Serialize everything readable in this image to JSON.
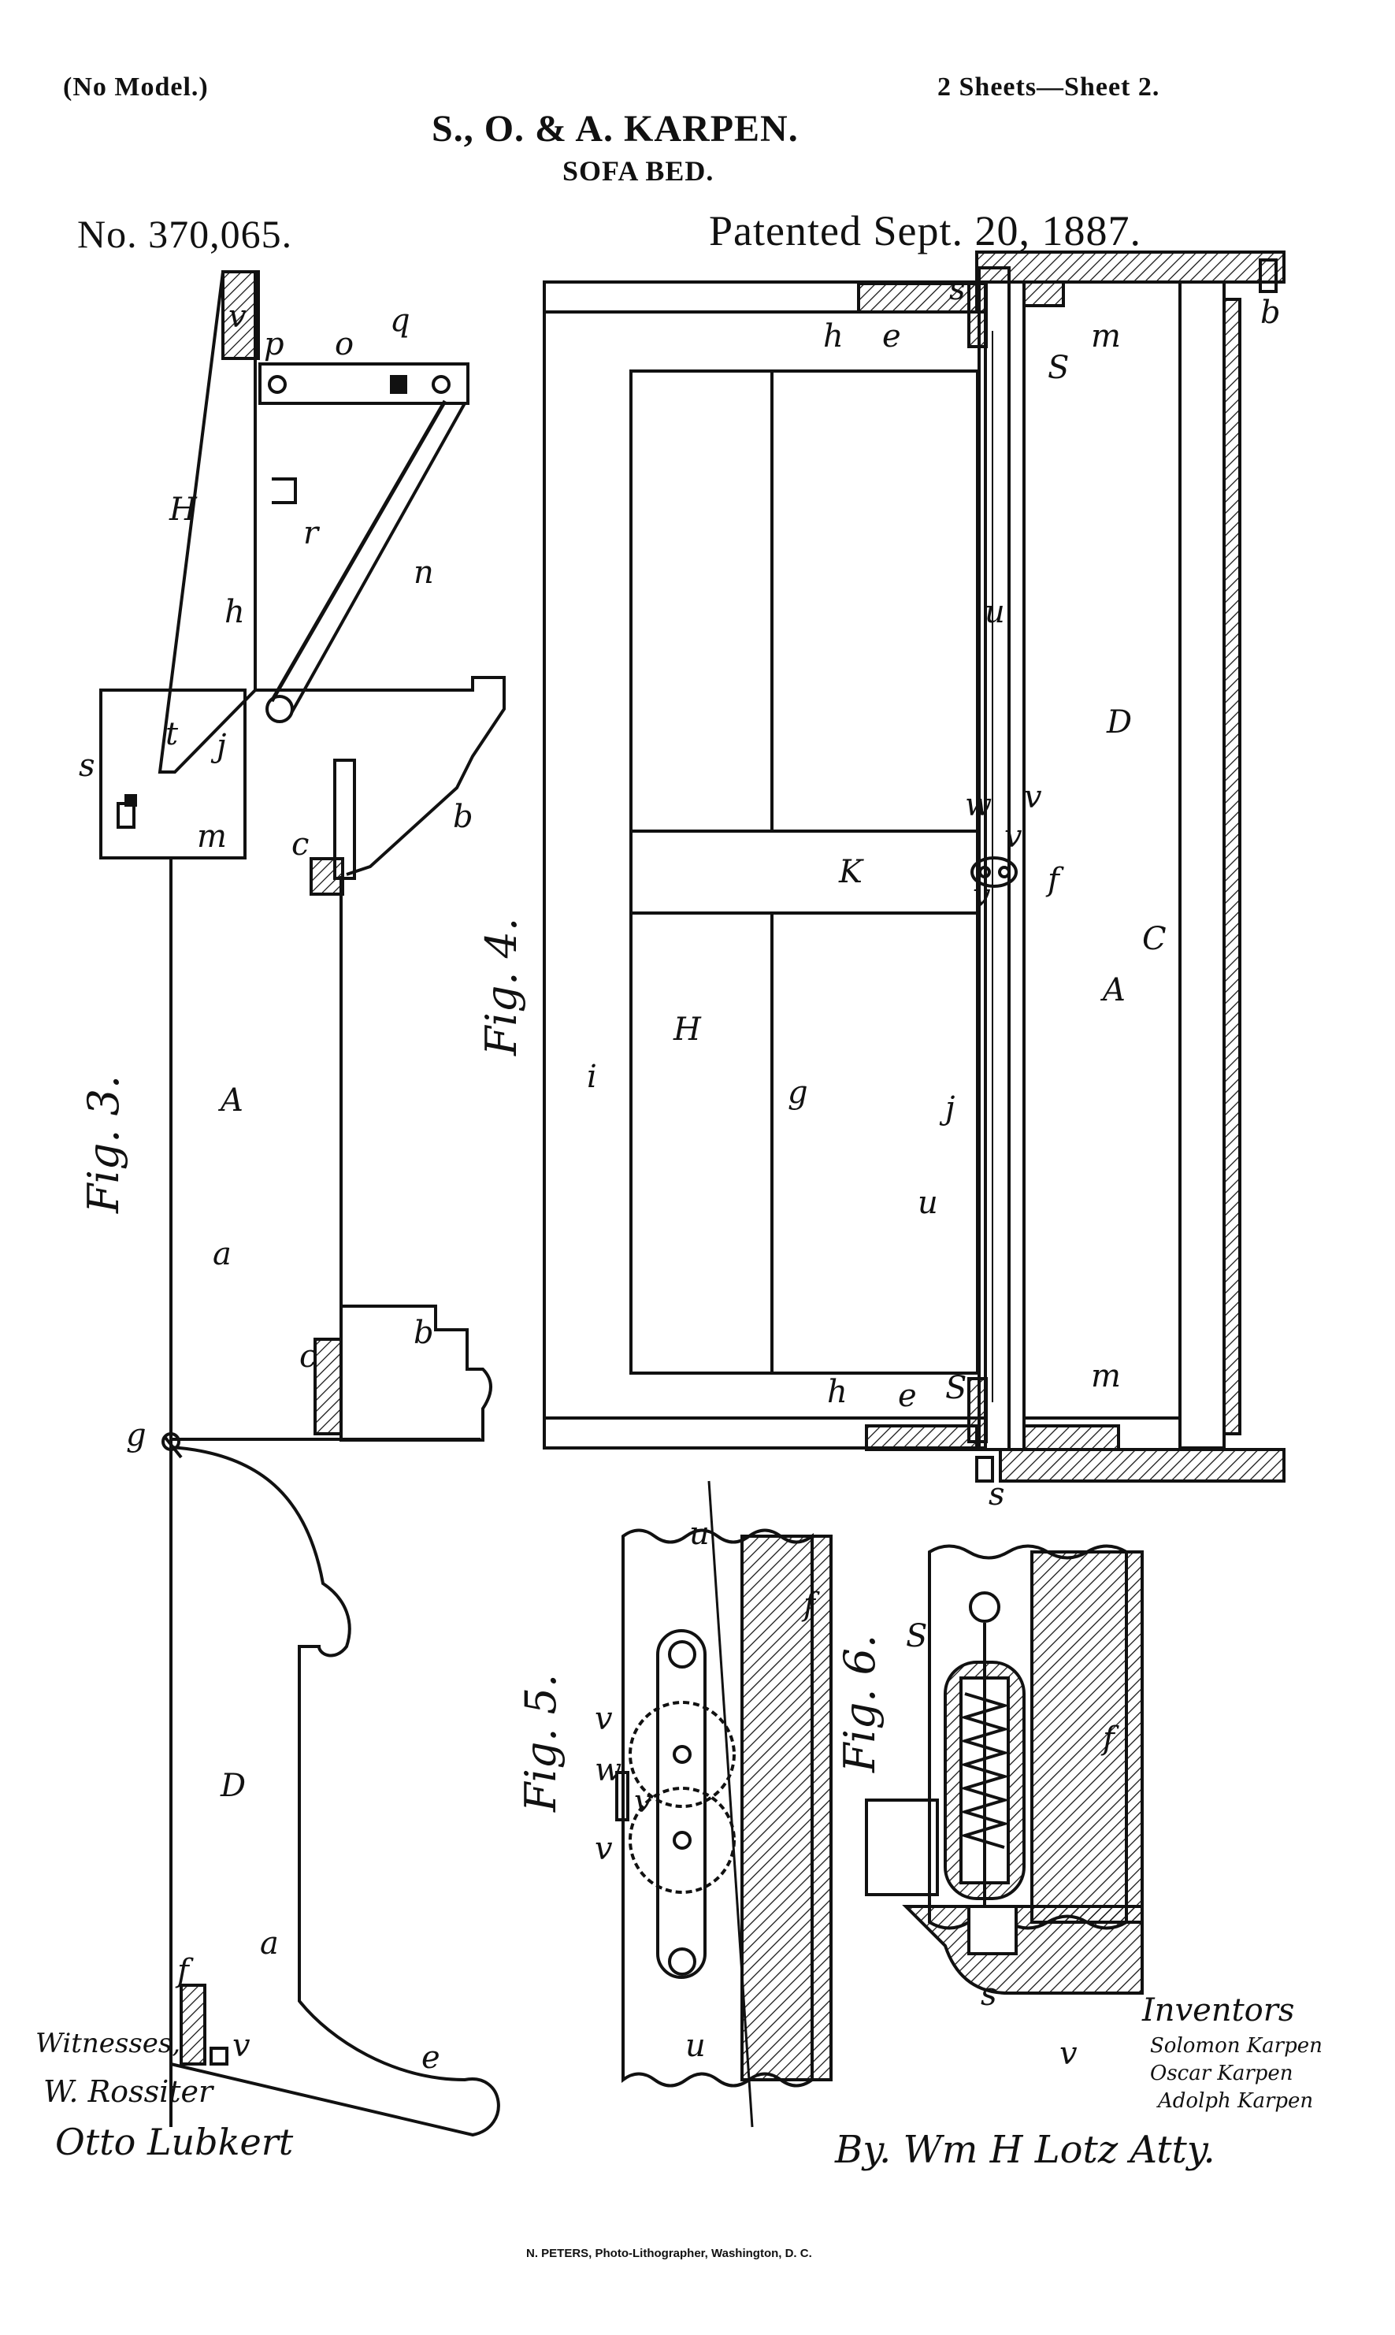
{
  "header": {
    "model_note": "(No Model.)",
    "sheets": "2 Sheets—Sheet 2.",
    "inventors_title": "S., O. & A. KARPEN.",
    "invention": "SOFA BED.",
    "patent_number": "No. 370,065.",
    "patent_date": "Patented Sept. 20, 1887."
  },
  "figures": {
    "fig3": "Fig. 3.",
    "fig4": "Fig. 4.",
    "fig5": "Fig. 5.",
    "fig6": "Fig. 6."
  },
  "reference_letters": {
    "fig3": [
      "v",
      "p",
      "o",
      "q",
      "H",
      "r",
      "n",
      "h",
      "s",
      "t",
      "j",
      "m",
      "c",
      "b",
      "A",
      "a",
      "c",
      "b",
      "g",
      "D",
      "a",
      "f",
      "v",
      "e"
    ],
    "fig4": [
      "s",
      "h",
      "e",
      "m",
      "b",
      "S",
      "u",
      "D",
      "v",
      "w",
      "v",
      "v",
      "f",
      "K",
      "A",
      "C",
      "i",
      "H",
      "g",
      "u",
      "j",
      "h",
      "e",
      "S",
      "m",
      "s"
    ],
    "fig5": [
      "u",
      "f",
      "v",
      "w",
      "v",
      "v",
      "u"
    ],
    "fig6": [
      "f",
      "S",
      "s",
      "v"
    ]
  },
  "signatures": {
    "witnesses_label": "Witnesses,",
    "witness_1": "W. Rossiter",
    "witness_2": "Otto Lubkert",
    "inventors_label": "Inventors",
    "inventor_1": "Solomon Karpen",
    "inventor_2": "Oscar Karpen",
    "inventor_3": "Adolph Karpen",
    "attorney": "By. Wm H Lotz Atty."
  },
  "footer": {
    "lithographer": "N. PETERS, Photo-Lithographer, Washington, D. C."
  }
}
